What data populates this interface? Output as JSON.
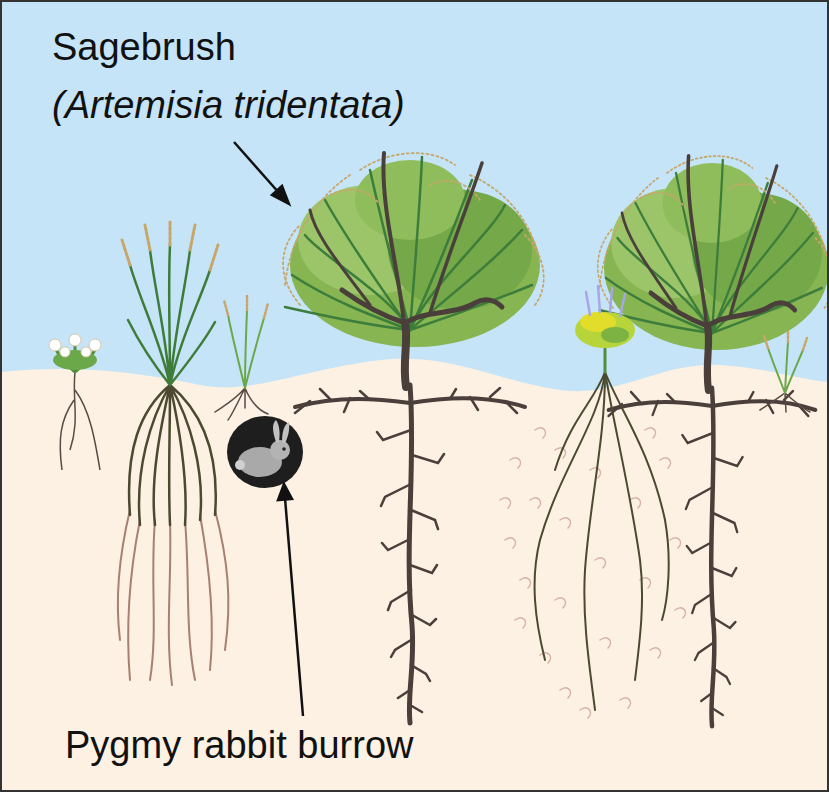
{
  "diagram": {
    "labels": [
      "Sagebrush",
      "(Artemisia tridentata)",
      "Pygmy rabbit burrow"
    ]
  }
}
